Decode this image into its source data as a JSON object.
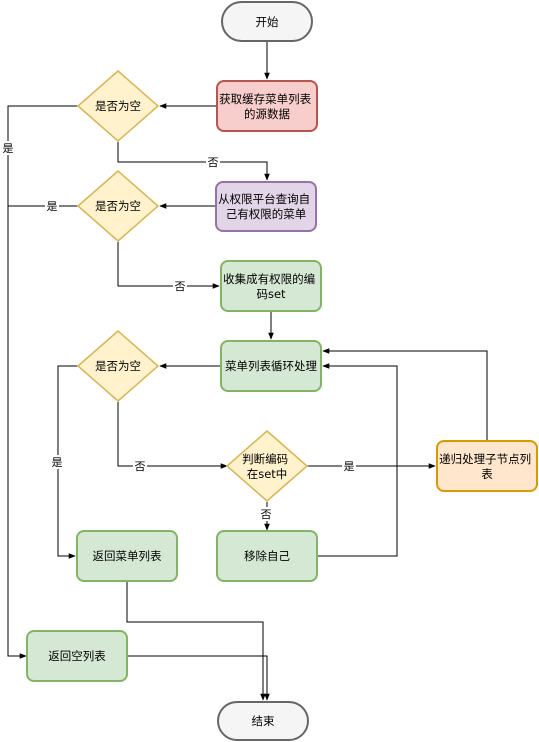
{
  "nodes": {
    "start": {
      "label": "开始"
    },
    "fetch_cache": {
      "lines": [
        "获取缓存菜单列表",
        "的源数据"
      ]
    },
    "empty_check_1": {
      "label": "是否为空"
    },
    "query_perm": {
      "lines": [
        "从权限平台查询自",
        "己有权限的菜单"
      ]
    },
    "empty_check_2": {
      "label": "是否为空"
    },
    "collect_codes": {
      "lines": [
        "收集成有权限的编",
        "码set"
      ]
    },
    "menu_loop": {
      "label": "菜单列表循环处理"
    },
    "empty_check_3": {
      "label": "是否为空"
    },
    "code_in_set": {
      "lines": [
        "判断编码",
        "在set中"
      ]
    },
    "recursive_children": {
      "lines": [
        "递归处理子节点列",
        "表"
      ]
    },
    "return_menu_list": {
      "label": "返回菜单列表"
    },
    "remove_self": {
      "label": "移除自己"
    },
    "return_empty_list": {
      "label": "返回空列表"
    },
    "end": {
      "label": "结束"
    }
  },
  "edge_labels": {
    "yes_1": "是",
    "no_1": "否",
    "yes_2": "是",
    "no_2": "否",
    "yes_3": "是",
    "no_3": "否",
    "yes_4": "是",
    "no_4": "否"
  },
  "colors": {
    "terminal_fill": "#f5f5f5",
    "terminal_stroke": "#666666",
    "red_fill": "#f8cecc",
    "red_stroke": "#b85450",
    "purple_fill": "#e1d5e7",
    "purple_stroke": "#9673a6",
    "green_fill": "#d5e8d4",
    "green_stroke": "#82b366",
    "yellow_fill": "#fff2cc",
    "yellow_stroke": "#d6b656",
    "orange_fill": "#ffe6cc",
    "orange_stroke": "#d79b00"
  }
}
